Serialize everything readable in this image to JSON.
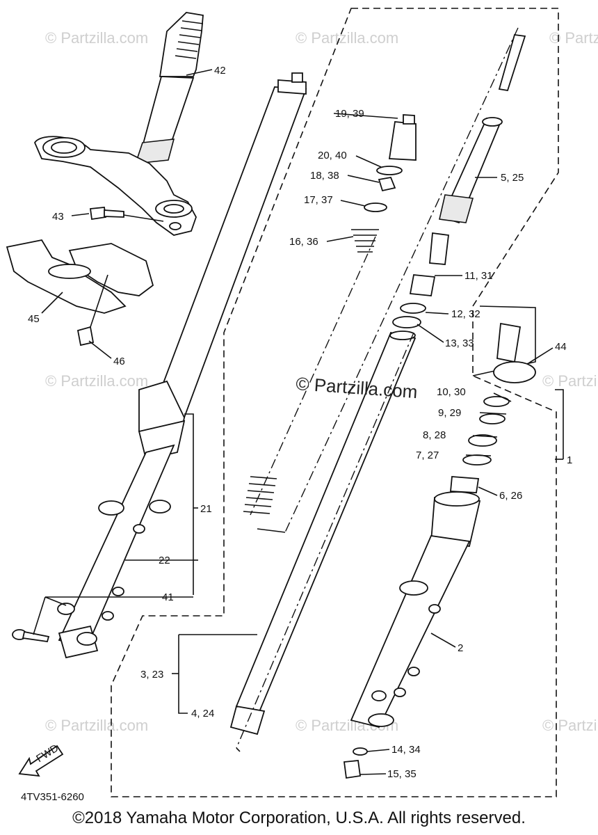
{
  "diagram": {
    "drawing_code": "4TV351-6260",
    "fwd_label": "FWD",
    "watermark_main": "© Partzilla.com",
    "watermark_faint": "© Partzilla.com",
    "copyright": "©2018 Yamaha Motor Corporation, U.S.A. All rights reserved.",
    "labels": {
      "l1": "1",
      "l2": "2",
      "l3_23": "3, 23",
      "l4_24": "4, 24",
      "l5_25": "5, 25",
      "l6_26": "6, 26",
      "l7_27": "7, 27",
      "l8_28": "8, 28",
      "l9_29": "9, 29",
      "l10_30": "10, 30",
      "l11_31": "11, 31",
      "l12_32": "12, 32",
      "l13_33": "13, 33",
      "l14_34": "14, 34",
      "l15_35": "15, 35",
      "l16_36": "16, 36",
      "l17_37": "17, 37",
      "l18_38": "18, 38",
      "l19_39": "19, 39",
      "l20_40": "20, 40",
      "l21": "21",
      "l22": "22",
      "l41": "41",
      "l42": "42",
      "l43": "43",
      "l44": "44",
      "l45": "45",
      "l46": "46"
    }
  }
}
